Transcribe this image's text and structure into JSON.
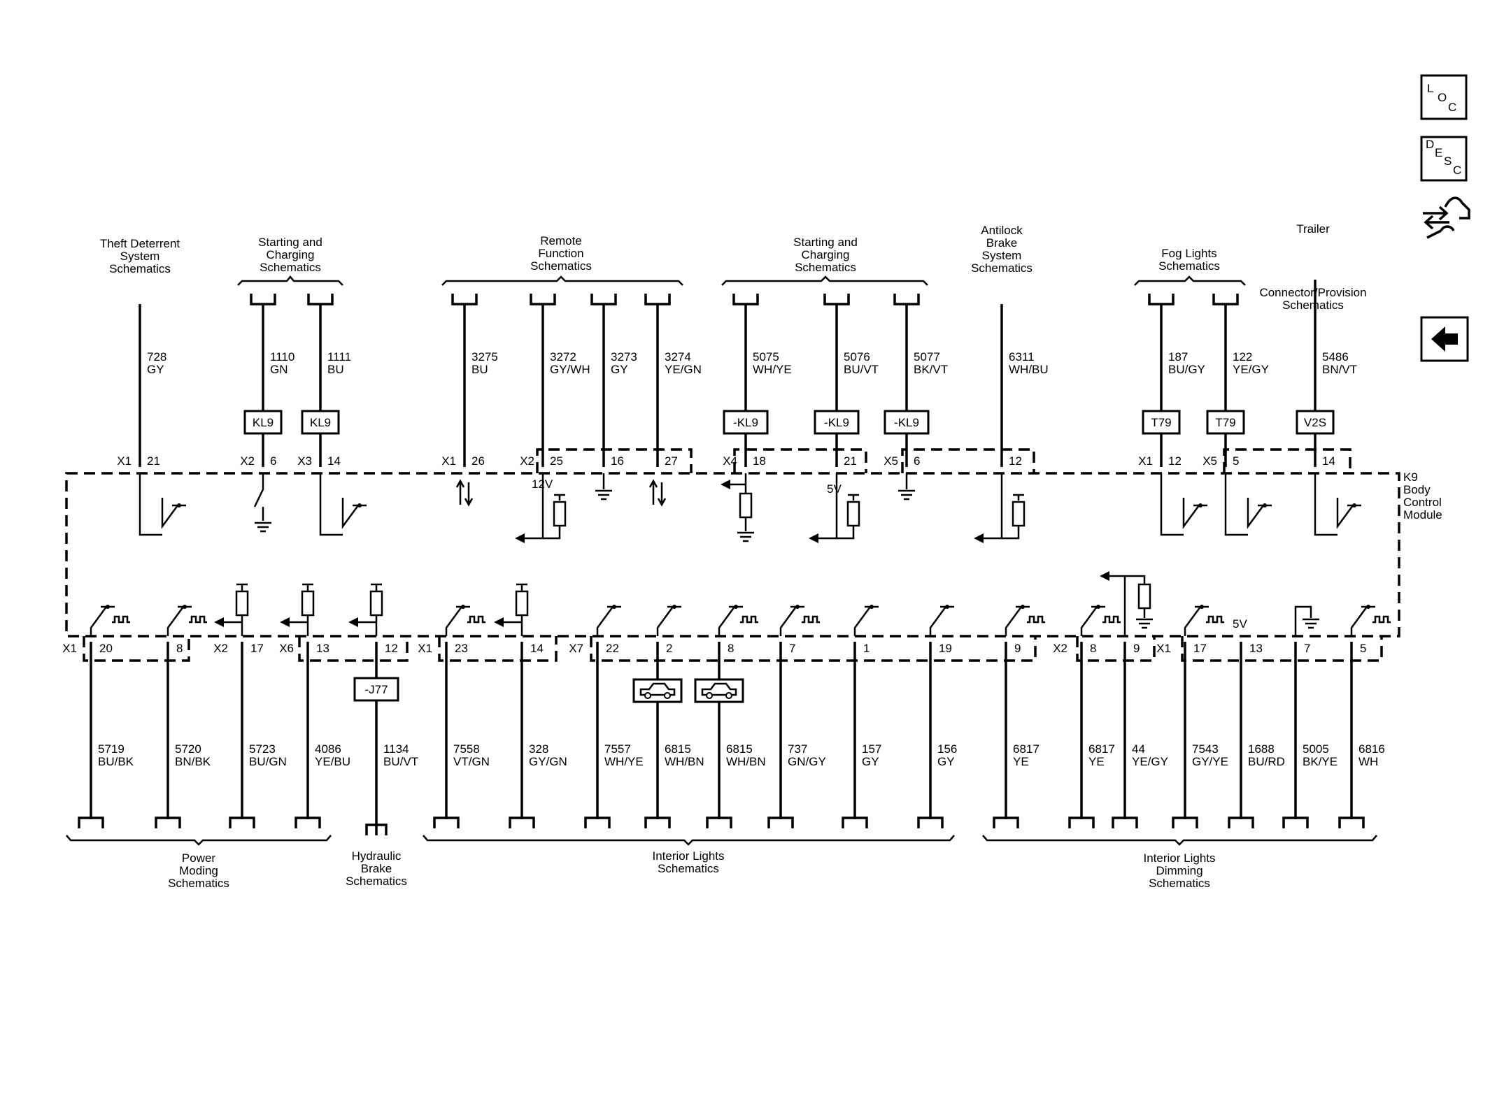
{
  "nav": {
    "loc_letters": [
      "L",
      "O",
      "C"
    ],
    "desc_letters": [
      "D",
      "E",
      "S",
      "C"
    ]
  },
  "module": {
    "label": [
      "K9",
      "Body",
      "Control",
      "Module"
    ]
  },
  "top_groups": [
    {
      "lines": [
        "Theft Deterrent",
        "System",
        "Schematics"
      ]
    },
    {
      "lines": [
        "Starting and",
        "Charging",
        "Schematics"
      ]
    },
    {
      "lines": [
        "Remote",
        "Function",
        "Schematics"
      ]
    },
    {
      "lines": [
        "Starting and",
        "Charging",
        "Schematics"
      ]
    },
    {
      "lines": [
        "Antilock",
        "Brake",
        "System",
        "Schematics"
      ]
    },
    {
      "lines": [
        "Fog Lights",
        "Schematics"
      ]
    },
    {
      "lines": [
        "Trailer"
      ]
    },
    {
      "lines": [
        "Connector/Provision",
        "Schematics"
      ]
    }
  ],
  "bottom_groups": [
    {
      "lines": [
        "Power",
        "Moding",
        "Schematics"
      ]
    },
    {
      "lines": [
        "Hydraulic",
        "Brake",
        "Schematics"
      ]
    },
    {
      "lines": [
        "Interior Lights",
        "Schematics"
      ]
    },
    {
      "lines": [
        "Interior Lights",
        "Dimming",
        "Schematics"
      ]
    }
  ],
  "top_wires": [
    {
      "circuit": "728",
      "color": "GY",
      "connector": "X1",
      "pin": "21"
    },
    {
      "circuit": "1110",
      "color": "GN",
      "connector": "X2",
      "pin": "6",
      "splice": "KL9"
    },
    {
      "circuit": "1111",
      "color": "BU",
      "connector": "X3",
      "pin": "14",
      "splice": "KL9"
    },
    {
      "circuit": "3275",
      "color": "BU",
      "connector": "X1",
      "pin": "26"
    },
    {
      "circuit": "3272",
      "color": "GY/WH",
      "connector": "X2",
      "pin": "25"
    },
    {
      "circuit": "3273",
      "color": "GY",
      "pin": "16"
    },
    {
      "circuit": "3274",
      "color": "YE/GN",
      "pin": "27"
    },
    {
      "circuit": "5075",
      "color": "WH/YE",
      "connector": "X4",
      "pin": "18",
      "splice": "-KL9"
    },
    {
      "circuit": "5076",
      "color": "BU/VT",
      "pin": "21",
      "splice": "-KL9"
    },
    {
      "circuit": "5077",
      "color": "BK/VT",
      "connector": "X5",
      "pin": "6",
      "splice": "-KL9"
    },
    {
      "circuit": "6311",
      "color": "WH/BU",
      "pin": "12"
    },
    {
      "circuit": "187",
      "color": "BU/GY",
      "connector": "X1",
      "pin": "12",
      "splice": "T79"
    },
    {
      "circuit": "122",
      "color": "YE/GY",
      "connector": "X5",
      "pin": "5",
      "splice": "T79"
    },
    {
      "circuit": "5486",
      "color": "BN/VT",
      "pin": "14",
      "splice": "V2S"
    }
  ],
  "bottom_wires": [
    {
      "circuit": "5719",
      "color": "BU/BK",
      "connector": "X1",
      "pin": "20"
    },
    {
      "circuit": "5720",
      "color": "BN/BK",
      "pin": "8"
    },
    {
      "circuit": "5723",
      "color": "BU/GN",
      "connector": "X2",
      "pin": "17"
    },
    {
      "circuit": "4086",
      "color": "YE/BU",
      "connector": "X6",
      "pin": "13"
    },
    {
      "circuit": "1134",
      "color": "BU/VT",
      "pin": "12",
      "splice": "-J77"
    },
    {
      "circuit": "7558",
      "color": "VT/GN",
      "connector": "X1",
      "pin": "23"
    },
    {
      "circuit": "328",
      "color": "GY/GN",
      "pin": "14"
    },
    {
      "circuit": "7557",
      "color": "WH/YE",
      "connector": "X7",
      "pin": "22"
    },
    {
      "circuit": "6815",
      "color": "WH/BN",
      "pin": "2"
    },
    {
      "circuit": "6815",
      "color": "WH/BN",
      "pin": "8"
    },
    {
      "circuit": "737",
      "color": "GN/GY",
      "pin": "7"
    },
    {
      "circuit": "157",
      "color": "GY",
      "pin": "1"
    },
    {
      "circuit": "156",
      "color": "GY",
      "pin": "19"
    },
    {
      "circuit": "6817",
      "color": "YE",
      "pin": "9"
    },
    {
      "circuit": "6817",
      "color": "YE",
      "connector": "X2",
      "pin": "8"
    },
    {
      "circuit": "44",
      "color": "YE/GY",
      "pin": "9"
    },
    {
      "circuit": "7543",
      "color": "GY/YE",
      "connector": "X1",
      "pin": "17"
    },
    {
      "circuit": "1688",
      "color": "BU/RD",
      "pin": "13"
    },
    {
      "circuit": "5005",
      "color": "BK/YE",
      "pin": "7"
    },
    {
      "circuit": "6816",
      "color": "WH",
      "pin": "5"
    }
  ],
  "voltages": {
    "v12": "12V",
    "v5a": "5V",
    "v5b": "5V"
  }
}
